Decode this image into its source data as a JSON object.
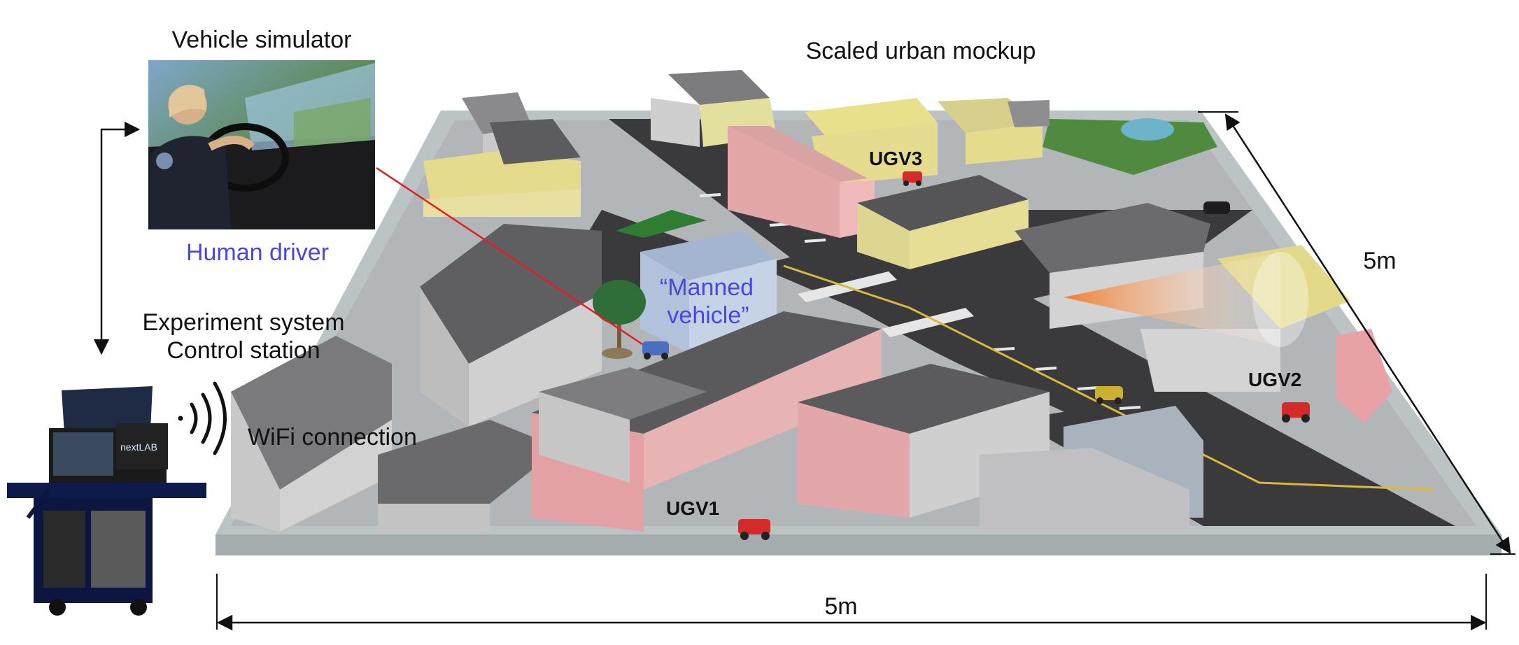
{
  "labels": {
    "vehicle_simulator": "Vehicle simulator",
    "human_driver": "Human driver",
    "scaled_urban_mockup": "Scaled urban mockup",
    "manned_vehicle_line1": "“Manned",
    "manned_vehicle_line2": "vehicle”",
    "experiment_system": "Experiment system",
    "control_station": "Control station",
    "wifi_connection": "WiFi connection",
    "ugv1": "UGV1",
    "ugv2": "UGV2",
    "ugv3": "UGV3",
    "width_dimension": "5m",
    "depth_dimension": "5m",
    "station_logo": "nextLAB"
  },
  "colors": {
    "accent_blue": "#4a46e0",
    "sensor_orange": "#f07a2a",
    "ugv_red": "#d42a2a",
    "link_red": "#e02020",
    "road": "#3a3a3c",
    "base": "#b9c0c2"
  }
}
